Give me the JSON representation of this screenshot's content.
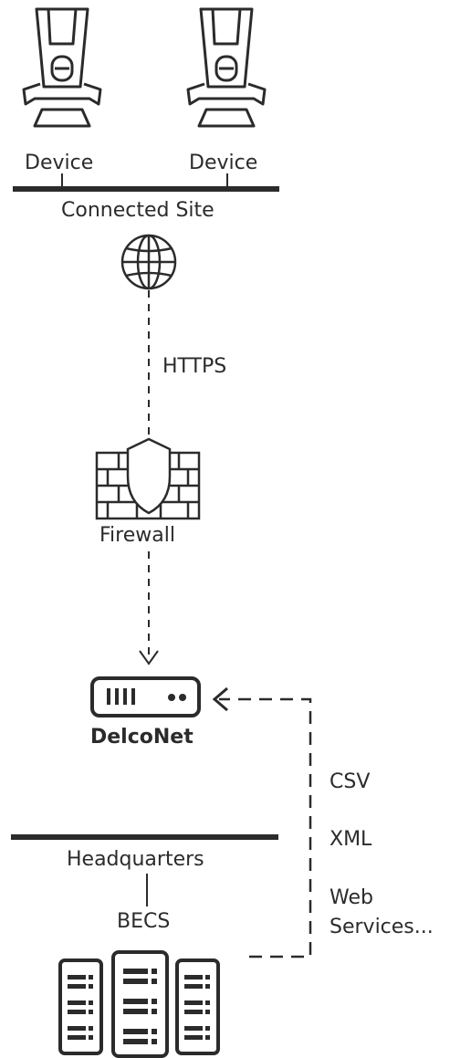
{
  "devices": [
    {
      "label": "Device"
    },
    {
      "label": "Device"
    }
  ],
  "connected_site": {
    "label": "Connected Site"
  },
  "links": {
    "https_label": "HTTPS"
  },
  "firewall": {
    "label": "Firewall"
  },
  "server": {
    "label": "DelcoNet"
  },
  "export_formats": [
    "CSV",
    "XML",
    "Web",
    "Services..."
  ],
  "headquarters": {
    "label": "Headquarters"
  },
  "becs": {
    "label": "BECS"
  },
  "colors": {
    "ink": "#2b2b2b",
    "background": "#ffffff"
  }
}
